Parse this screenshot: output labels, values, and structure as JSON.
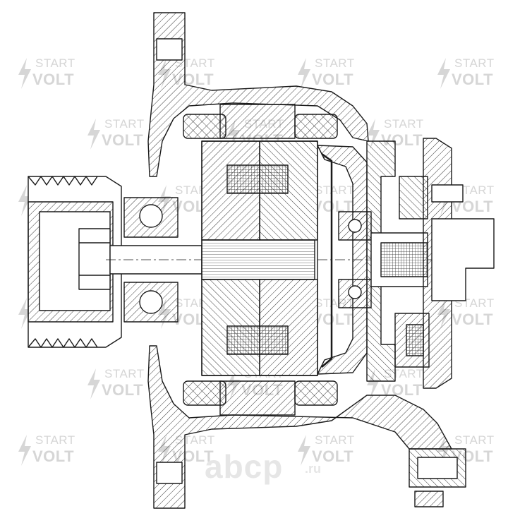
{
  "watermark": {
    "line1": "START",
    "line2": "VOLT",
    "color": "#d6d6d6"
  },
  "brand": {
    "main": "abcp",
    "suffix": ".ru",
    "color": "#e6e6e6"
  },
  "drawing": {
    "stroke": "#1a1a1a",
    "hatch": "#3a3a3a"
  }
}
